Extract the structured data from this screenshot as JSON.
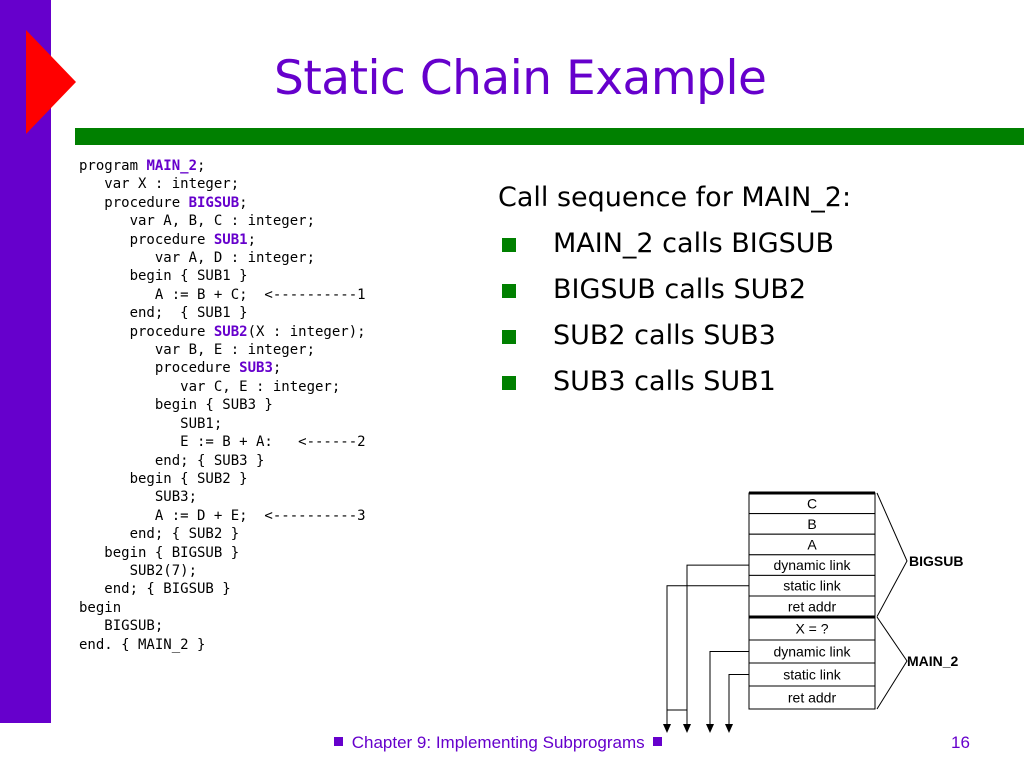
{
  "slide": {
    "title": "Static Chain Example",
    "page_number": "16",
    "footer": "Chapter 9: Implementing Subprograms"
  },
  "code_lines": [
    {
      "pre": "program ",
      "kw": "MAIN_2",
      "post": ";"
    },
    {
      "pre": "   var X : integer;",
      "kw": "",
      "post": ""
    },
    {
      "pre": "   procedure ",
      "kw": "BIGSUB",
      "post": ";"
    },
    {
      "pre": "      var A, B, C : integer;",
      "kw": "",
      "post": ""
    },
    {
      "pre": "      procedure ",
      "kw": "SUB1",
      "post": ";"
    },
    {
      "pre": "         var A, D : integer;",
      "kw": "",
      "post": ""
    },
    {
      "pre": "      begin { SUB1 }",
      "kw": "",
      "post": ""
    },
    {
      "pre": "         A := B + C;  <----------1",
      "kw": "",
      "post": ""
    },
    {
      "pre": "      end;  { SUB1 }",
      "kw": "",
      "post": ""
    },
    {
      "pre": "      procedure ",
      "kw": "SUB2",
      "post": "(X : integer);"
    },
    {
      "pre": "         var B, E : integer;",
      "kw": "",
      "post": ""
    },
    {
      "pre": "         procedure ",
      "kw": "SUB3",
      "post": ";"
    },
    {
      "pre": "            var C, E : integer;",
      "kw": "",
      "post": ""
    },
    {
      "pre": "         begin { SUB3 }",
      "kw": "",
      "post": ""
    },
    {
      "pre": "            SUB1;",
      "kw": "",
      "post": ""
    },
    {
      "pre": "            E := B + A:   <------2",
      "kw": "",
      "post": ""
    },
    {
      "pre": "         end; { SUB3 }",
      "kw": "",
      "post": ""
    },
    {
      "pre": "      begin { SUB2 }",
      "kw": "",
      "post": ""
    },
    {
      "pre": "         SUB3;",
      "kw": "",
      "post": ""
    },
    {
      "pre": "         A := D + E;  <----------3",
      "kw": "",
      "post": ""
    },
    {
      "pre": "      end; { SUB2 }",
      "kw": "",
      "post": ""
    },
    {
      "pre": "   begin { BIGSUB }",
      "kw": "",
      "post": ""
    },
    {
      "pre": "      SUB2(7);",
      "kw": "",
      "post": ""
    },
    {
      "pre": "   end; { BIGSUB }",
      "kw": "",
      "post": ""
    },
    {
      "pre": "begin",
      "kw": "",
      "post": ""
    },
    {
      "pre": "   BIGSUB;",
      "kw": "",
      "post": ""
    },
    {
      "pre": "end. { MAIN_2 }",
      "kw": "",
      "post": ""
    }
  ],
  "call_sequence": {
    "intro": "Call sequence for MAIN_2:",
    "items": [
      "MAIN_2 calls BIGSUB",
      "BIGSUB calls SUB2",
      "SUB2 calls SUB3",
      "SUB3 calls SUB1"
    ]
  },
  "stack": {
    "bigsub_cells": [
      "C",
      "B",
      "A",
      "dynamic link",
      "static link",
      "ret addr"
    ],
    "main_cells": [
      "X = ?",
      "dynamic link",
      "static link",
      "ret addr"
    ],
    "bigsub_label": "BIGSUB",
    "main_label": "MAIN_2"
  },
  "colors": {
    "purple": "#6600cc",
    "green": "#008000",
    "red": "#ff0000"
  }
}
